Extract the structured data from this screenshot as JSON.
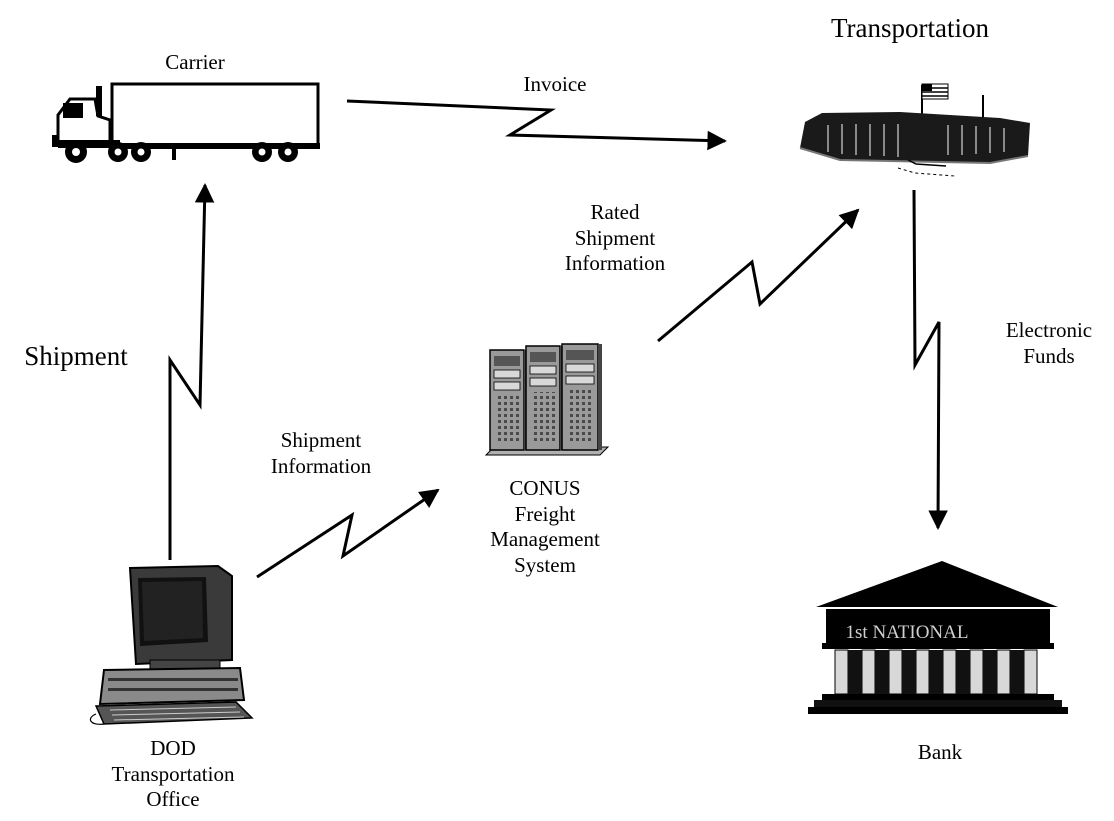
{
  "nodes": {
    "carrier": "Carrier",
    "transportation": "Transportation",
    "conus": "CONUS\nFreight\nManagement\nSystem",
    "dod": "DOD\nTransportation\nOffice",
    "bank": "Bank"
  },
  "edges": {
    "invoice": "Invoice",
    "rated": "Rated\nShipment\nInformation",
    "shipment": "Shipment",
    "shipment_info": "Shipment\nInformation",
    "funds": "Electronic\nFunds"
  },
  "bank_sign": "1st NATIONAL",
  "colors": {
    "ink": "#000000",
    "paper": "#ffffff",
    "dark": "#1a1a1a",
    "mid": "#7a7a7a"
  }
}
